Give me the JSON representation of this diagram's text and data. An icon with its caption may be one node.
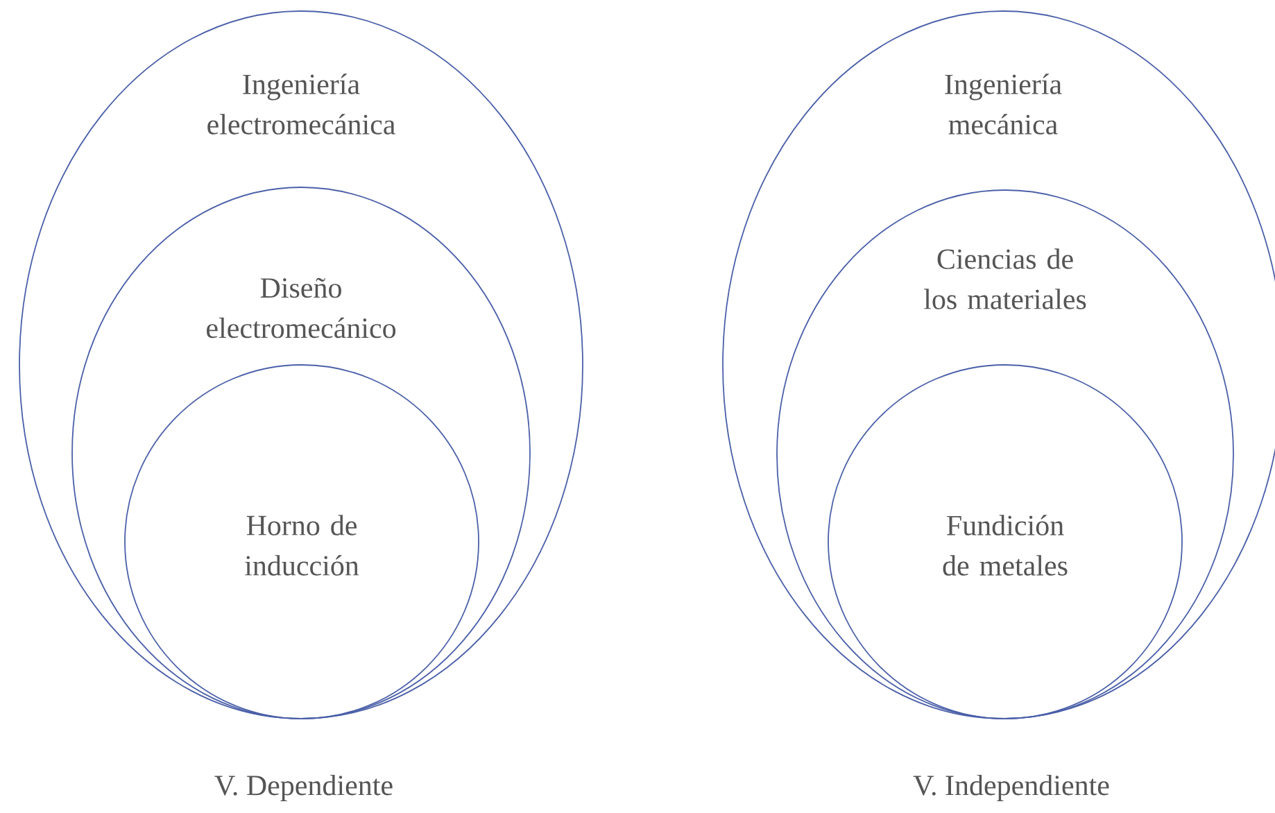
{
  "diagram": {
    "nodes": [
      {
        "text": [
          "Ingeniería electromecánica"
        ]
      },
      {
        "text": [
          "Diseño electromecánico"
        ],
        "in": 0
      },
      {
        "text": [
          "Horno de inducción"
        ],
        "in": 1
      },
      {
        "text": [
          "Ingeniería mecánica"
        ]
      },
      {
        "text": [
          "Ciencias de los materiales"
        ],
        "in": 3
      },
      {
        "text": [
          "Fundición de metales"
        ],
        "in": 4
      }
    ],
    "labels": [
      "V. Dependiente",
      "V. Independiente"
    ]
  }
}
